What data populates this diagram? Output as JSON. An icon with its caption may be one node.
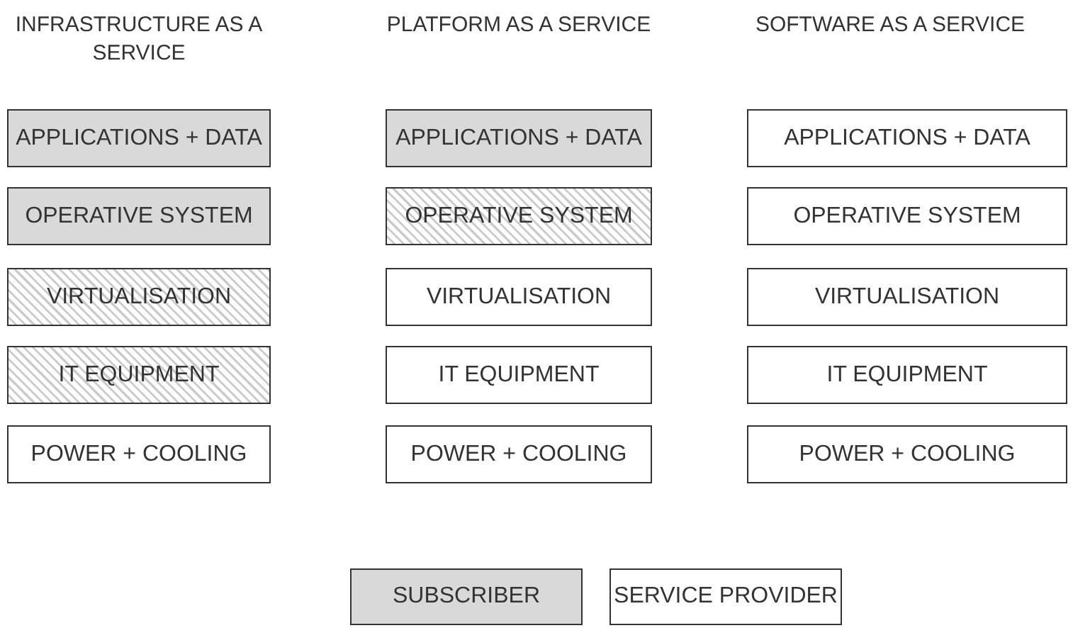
{
  "diagram": {
    "nodes": [
      {
        "text": [
          "APPLICATIONS + DATA"
        ]
      },
      {
        "text": [
          "APPLICATIONS + DATA"
        ]
      },
      {
        "text": [
          "APPLICATIONS + DATA"
        ]
      },
      {
        "text": [
          "OPERATIVE SYSTEM"
        ]
      },
      {
        "text": [
          "OPERATIVE SYSTEM"
        ]
      },
      {
        "text": [
          "OPERATIVE SYSTEM"
        ]
      },
      {
        "text": [
          "VIRTUALISATION"
        ]
      },
      {
        "text": [
          "VIRTUALISATION"
        ]
      },
      {
        "text": [
          "VIRTUALISATION"
        ]
      },
      {
        "text": [
          "IT EQUIPMENT"
        ]
      },
      {
        "text": [
          "IT EQUIPMENT"
        ]
      },
      {
        "text": [
          "IT EQUIPMENT"
        ]
      },
      {
        "text": [
          "POWER + COOLING"
        ]
      },
      {
        "text": [
          "POWER + COOLING"
        ]
      },
      {
        "text": [
          "POWER + COOLING"
        ]
      }
    ],
    "labels": [
      "INFRASTRUCTURE AS A SERVICE",
      "PLATFORM AS A SERVICE",
      "SOFTWARE AS A SERVICE"
    ],
    "legend": [
      {
        "text": "SUBSCRIBER",
        "color": "#d9d9d9"
      },
      {
        "text": "SERVICE PROVIDER",
        "color": "#ffffff"
      }
    ]
  }
}
